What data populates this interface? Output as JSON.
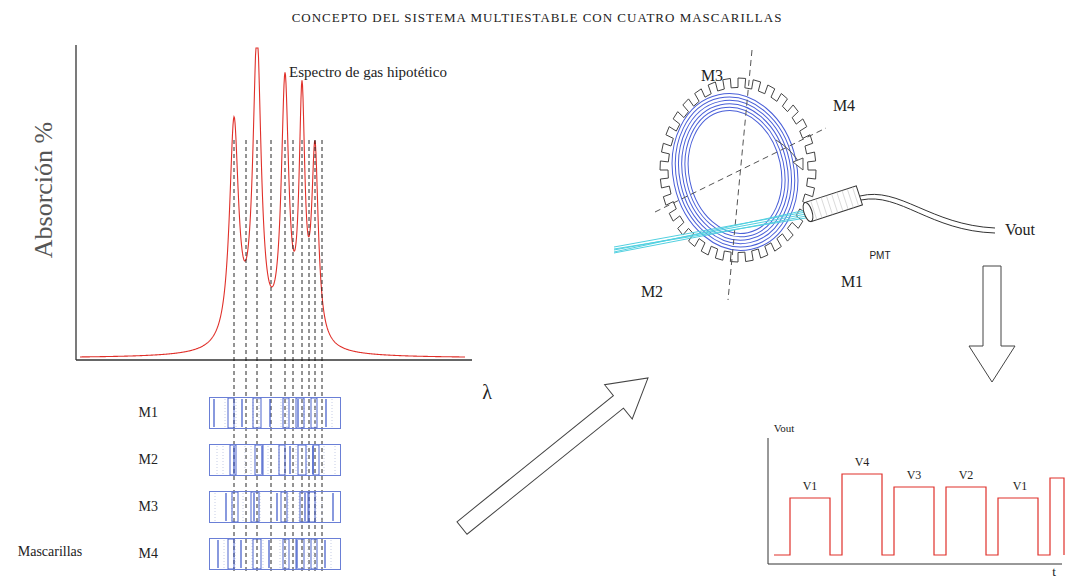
{
  "diagram": {
    "title": "CONCEPTO DEL SISTEMA MULTIESTABLE CON CUATRO MASCARILLAS",
    "nodes": [
      {
        "text": [
          "M1"
        ]
      },
      {
        "text": [
          "M2"
        ]
      },
      {
        "text": [
          "M3"
        ]
      },
      {
        "text": [
          "M4"
        ]
      }
    ],
    "labels": [
      "Absorción %",
      "Espectro de gas hipotético",
      "λ",
      "Mascarillas",
      "M3",
      "M4",
      "M2",
      "M1",
      "PMT",
      "Vout",
      "Vout",
      "V1",
      "V4",
      "V3",
      "V2",
      "V1",
      "t"
    ]
  }
}
